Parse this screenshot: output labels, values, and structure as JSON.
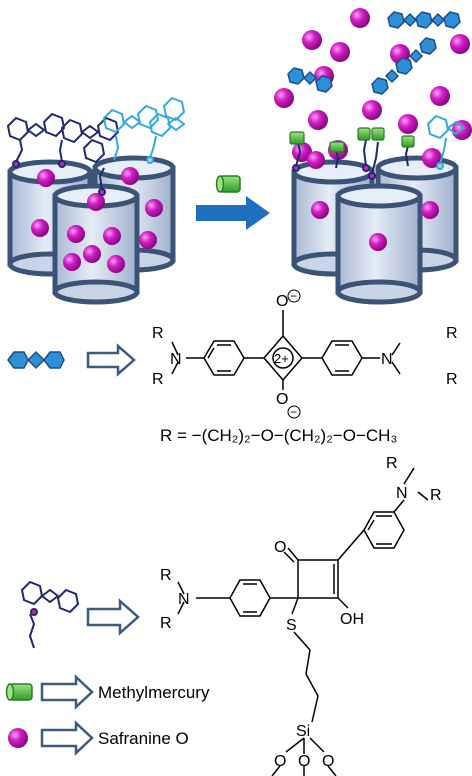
{
  "colors": {
    "cylinder_body": "#c9d4e6",
    "cylinder_top": "#e8eef7",
    "cylinder_stroke": "#3b5377",
    "bead": "#d41cc6",
    "bead_highlight": "#f59df0",
    "dye_blue": "#2d8fd6",
    "dye_dark": "#1b4e8a",
    "probe_navy": "#1f2a6b",
    "probe_light": "#35a9d8",
    "mercury_green": "#5fc84b",
    "arrow_blue": "#1f6fbf",
    "outline_arrow": "#3d5a80"
  },
  "icons": {
    "cylinder": "mesoporous-pore-icon",
    "bead": "safranine-bead-icon",
    "dye": "squaraine-dye-icon",
    "probe": "probe-molecule-icon",
    "mercury": "methylmercury-icon"
  },
  "structures": {
    "squaraine": {
      "r_top": "R",
      "n_left": "N",
      "r_bottom": "R",
      "o_minus_top": "O",
      "charge_top": "−",
      "charge_center": "2+",
      "o_minus_bottom": "O",
      "charge_bottom": "−",
      "r_right_top": "R",
      "n_right": "N",
      "r_right_bottom": "R",
      "r_definition": "R = −(CH₂)₂−O−(CH₂)₂−O−CH₃"
    },
    "probe": {
      "r_top_a": "R",
      "n_top": "N",
      "r_top_b": "R",
      "o_keto": "O",
      "r_left_top": "R",
      "n_left": "N",
      "r_left_bottom": "R",
      "oh": "OH",
      "s": "S",
      "si": "Si",
      "o1": "O",
      "o2": "O",
      "o3": "O"
    }
  },
  "legend": {
    "methylmercury_label": "Methylmercury",
    "safranine_label": "Safranine O"
  }
}
